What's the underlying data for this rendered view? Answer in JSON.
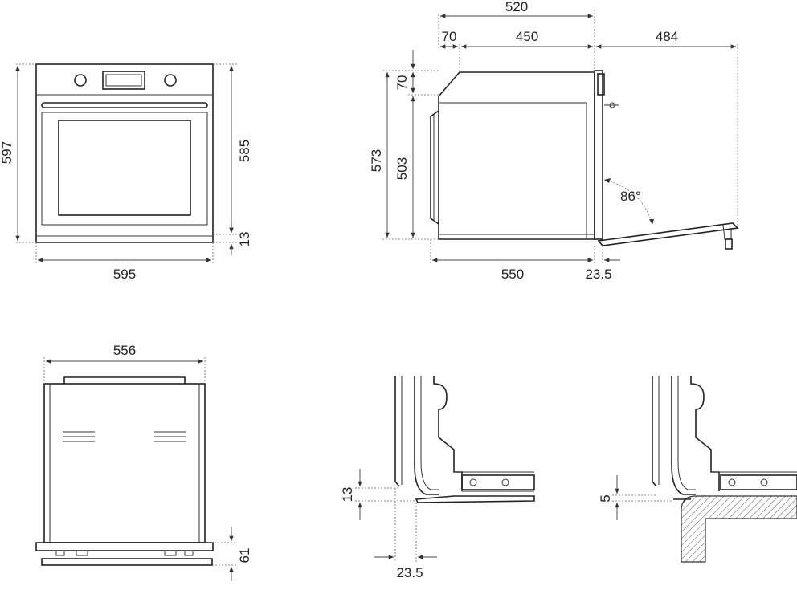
{
  "dimensions": {
    "front_width": "595",
    "front_height": "597",
    "front_body_height": "585",
    "front_bottom_gap": "13",
    "side_total_depth": "520",
    "side_panel_depth": "70",
    "side_body_depth": "450",
    "door_open_length": "484",
    "side_top_offset": "70",
    "side_total_height": "573",
    "side_body_height": "503",
    "door_angle": "86°",
    "side_base_depth": "550",
    "door_thickness": "23.5",
    "top_width": "556",
    "top_bottom_height": "61",
    "detail_a_gap": "13",
    "detail_a_offset": "23.5",
    "detail_b_gap": "5"
  }
}
